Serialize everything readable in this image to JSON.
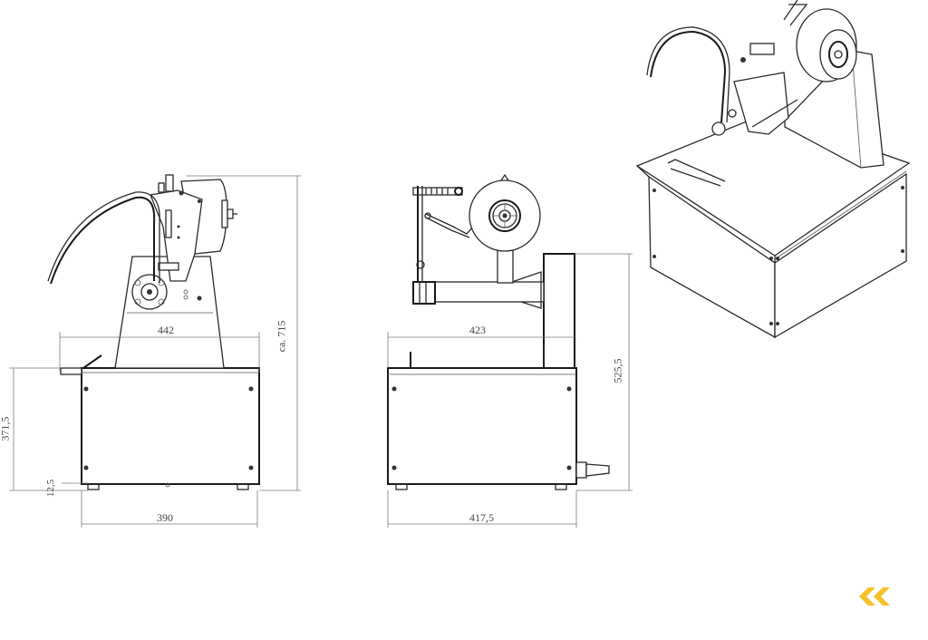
{
  "drawing": {
    "title": "Machine dimensional drawing - front view, side view, isometric view",
    "views": [
      {
        "name": "front-view",
        "dimensions": {
          "top_width": "442",
          "overall_height": "ca. 715",
          "base_height": "371,5",
          "foot_height": "12,5",
          "base_width": "390"
        }
      },
      {
        "name": "side-view",
        "dimensions": {
          "top_width": "423",
          "overall_height": "525,5",
          "base_width": "417,5"
        }
      },
      {
        "name": "isometric-view",
        "dimensions": {}
      }
    ],
    "units": "mm"
  },
  "logo": {
    "icon": "double-chevron-left-icon",
    "color": "#f5c22a"
  }
}
